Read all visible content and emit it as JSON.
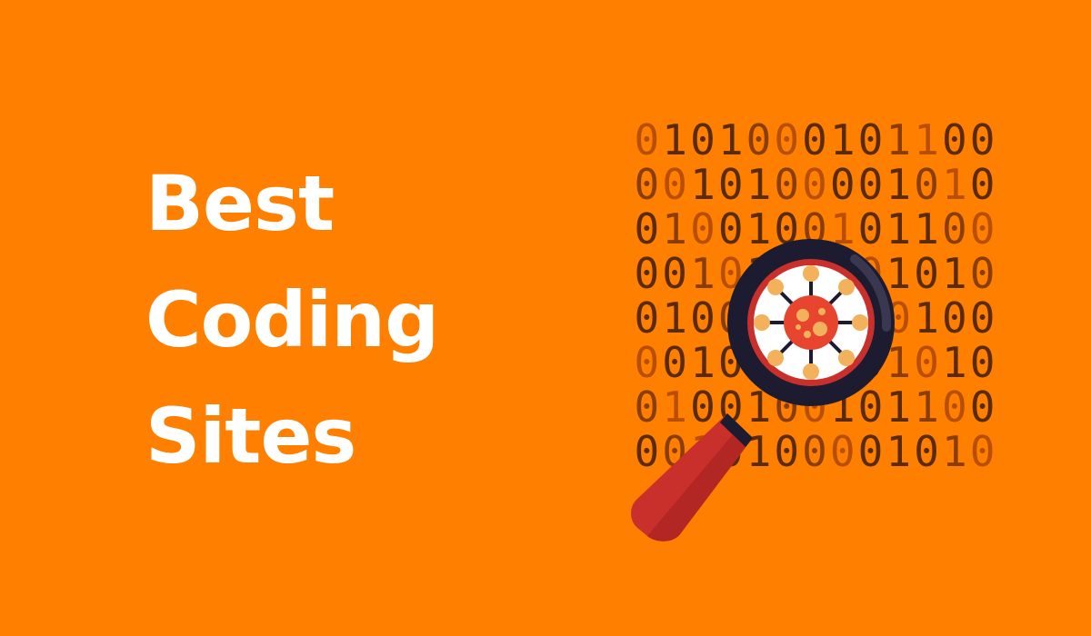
{
  "title": {
    "lines": [
      "Best",
      "Coding",
      "Sites"
    ]
  },
  "binary": {
    "rows": [
      "0101000101100",
      "0010100001010",
      "0100100101100",
      "0010100001010",
      "0100100110100",
      "0010100001010",
      "0100100101100",
      "0010100001010"
    ]
  },
  "icons": {
    "magnifier": "magnifying-glass-icon",
    "virus": "virus-icon"
  },
  "colors": {
    "background": "#ff7f00",
    "title_text": "#ffffff",
    "binary_text": "#5a2a00",
    "magnifier_ring": "#1d1b30",
    "handle": "#c9302c",
    "virus_core": "#e8452e",
    "virus_spots": "#f3b15c"
  }
}
